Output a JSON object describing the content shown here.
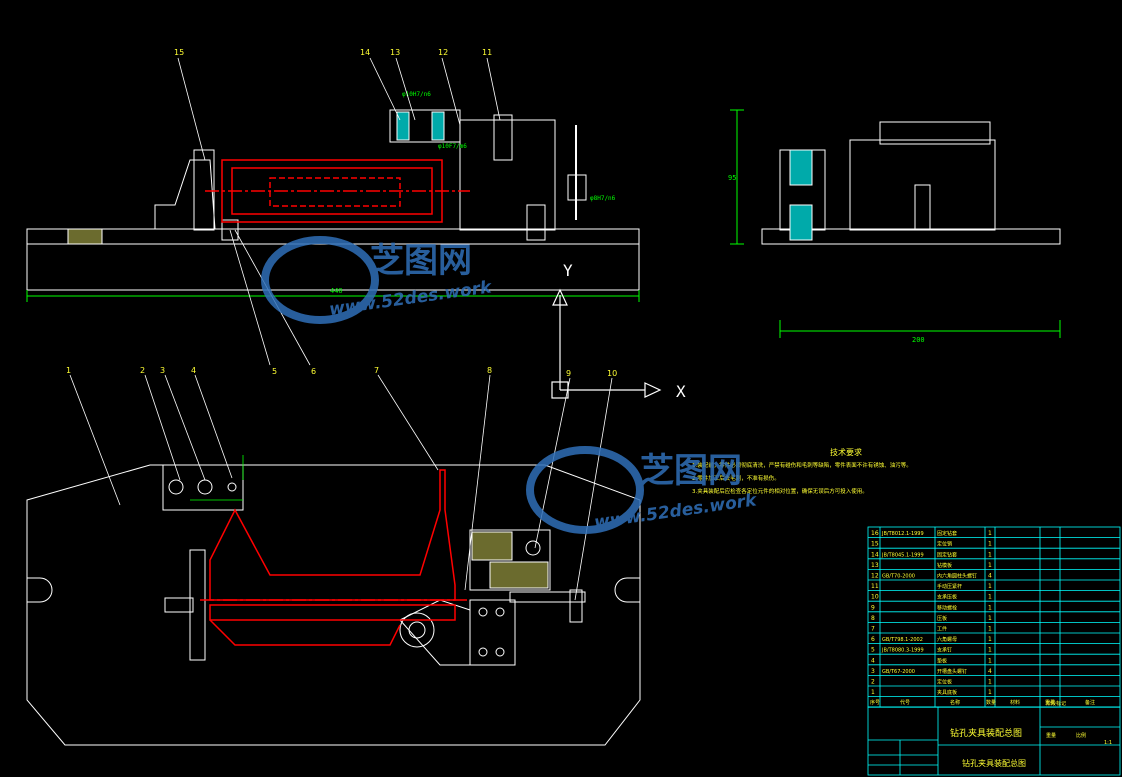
{
  "balloons": {
    "b1": "1",
    "b2": "2",
    "b3": "3",
    "b4": "4",
    "b5": "5",
    "b6": "6",
    "b7": "7",
    "b8": "8",
    "b9": "9",
    "b10": "10",
    "b11": "11",
    "b12": "12",
    "b13": "13",
    "b14": "14",
    "b15": "15"
  },
  "dimensions": {
    "front_length": "440",
    "side_width": "200",
    "side_height": "95",
    "fit_a": "φ10H7/n6",
    "fit_b": "φ10F7/m6",
    "fit_c": "φ8H7/n6"
  },
  "axes": {
    "x": "X",
    "y": "Y"
  },
  "tech_req": {
    "title": "技术要求",
    "lines": [
      "1.装配前，零件必须彻底清洗，严禁有碰伤和毛刺等缺陷，零件表面不许有锈蚀、油污等。",
      "2.零件加工后去毛刺，不准有损伤。",
      "3.夹具装配后应检查各定位元件的相对位置，确保无误后方可投入使用。"
    ]
  },
  "bom": {
    "rows": [
      {
        "no": "16",
        "code": "JB/T8012.1-1999",
        "name": "固定钻套",
        "qty": "1"
      },
      {
        "no": "15",
        "code": "",
        "name": "定位销",
        "qty": "1"
      },
      {
        "no": "14",
        "code": "JB/T8045.1-1999",
        "name": "固定钻套",
        "qty": "1"
      },
      {
        "no": "13",
        "code": "",
        "name": "钻模板",
        "qty": "1"
      },
      {
        "no": "12",
        "code": "GB/T70-2000",
        "name": "内六角圆柱头螺钉",
        "qty": "4"
      },
      {
        "no": "11",
        "code": "",
        "name": "手动压紧杆",
        "qty": "1"
      },
      {
        "no": "10",
        "code": "",
        "name": "支承压板",
        "qty": "1"
      },
      {
        "no": "9",
        "code": "",
        "name": "移动螺栓",
        "qty": "1"
      },
      {
        "no": "8",
        "code": "",
        "name": "压板",
        "qty": "1"
      },
      {
        "no": "7",
        "code": "",
        "name": "工件",
        "qty": "1"
      },
      {
        "no": "6",
        "code": "GB/T798.1-2002",
        "name": "六角螺母",
        "qty": "1"
      },
      {
        "no": "5",
        "code": "JB/T8080.3-1999",
        "name": "支承钉",
        "qty": "1"
      },
      {
        "no": "4",
        "code": "",
        "name": "垫板",
        "qty": "1"
      },
      {
        "no": "3",
        "code": "GB/T67-2000",
        "name": "开槽盘头螺钉",
        "qty": "4"
      },
      {
        "no": "2",
        "code": "",
        "name": "定位板",
        "qty": "1"
      },
      {
        "no": "1",
        "code": "",
        "name": "夹具底板",
        "qty": "1"
      }
    ],
    "header": {
      "no": "序号",
      "code": "代号",
      "name": "名称",
      "qty": "数量",
      "material": "材料",
      "weight": "重量",
      "remark": "备注"
    }
  },
  "title_block": {
    "drawing_title": "钻孔夹具装配总图",
    "drawing_subtitle": "钻孔夹具装配总图",
    "scale": "1:1",
    "stage_label": "阶段标记",
    "weight_label": "重量",
    "scale_label": "比例"
  },
  "watermark": {
    "brand": "芝图网",
    "url": "www.52des.work"
  },
  "colors": {
    "outline": "#ffffff",
    "workpiece": "#ff0000",
    "dimension": "#00ff00",
    "table": "#00ffff",
    "text": "#ffff33",
    "watermark": "#2f6fb8"
  }
}
